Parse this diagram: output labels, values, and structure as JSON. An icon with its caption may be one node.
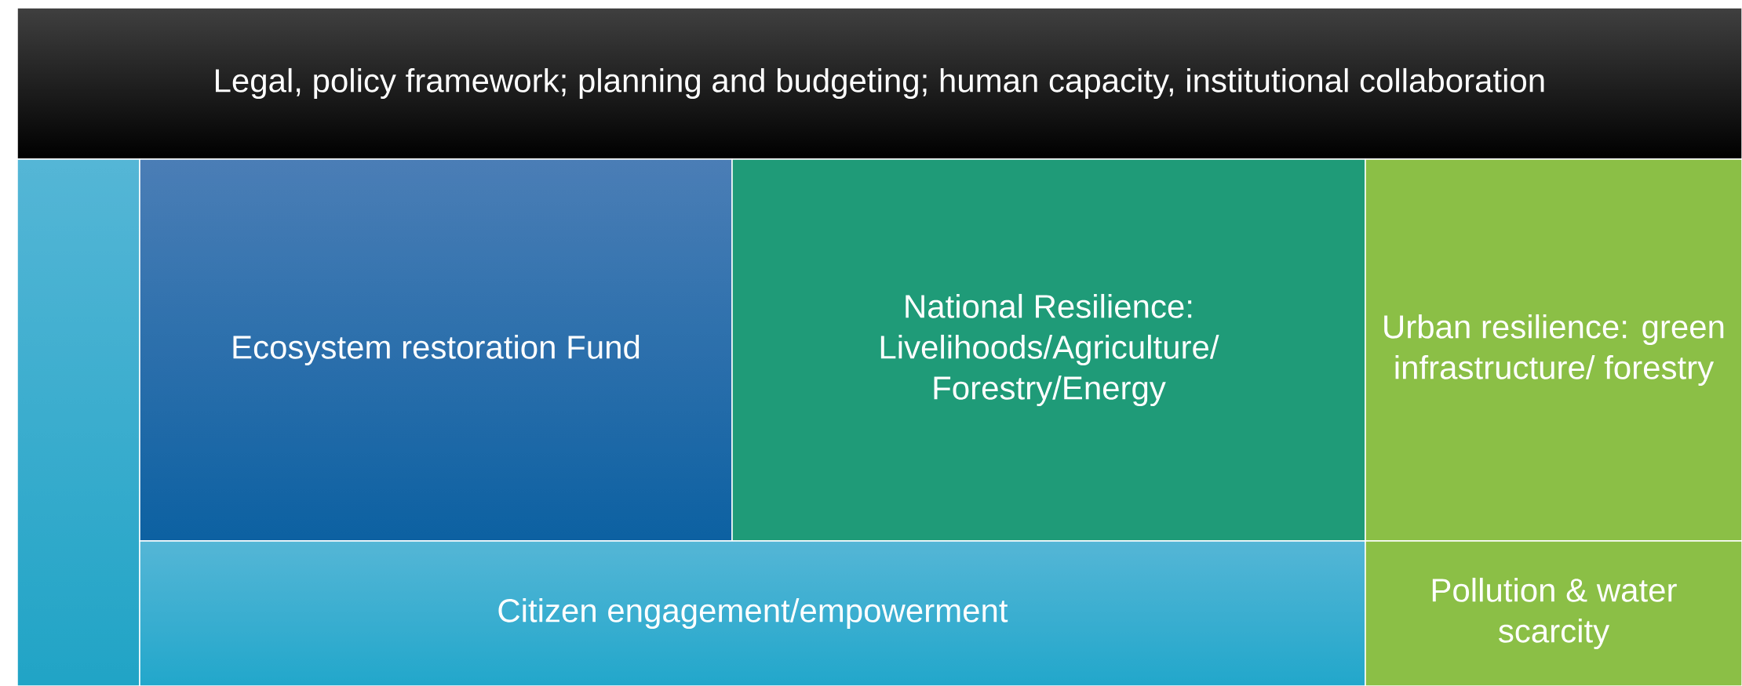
{
  "diagram": {
    "nodes": [
      {
        "text": [
          "Legal, policy framework; planning and budgeting; human capacity, institutional collaboration"
        ]
      },
      {
        "text": [],
        "shape": "bar"
      },
      {
        "text": [
          "Ecosystem restoration Fund"
        ]
      },
      {
        "text": [
          "National Resilience: Livelihoods/Agriculture/ Forestry/Energy"
        ]
      },
      {
        "text": [
          "Urban resilience: green infrastructure/ forestry"
        ]
      },
      {
        "text": [
          "Citizen engagement/empowerment"
        ]
      },
      {
        "text": [
          "Pollution & water scarcity"
        ]
      }
    ]
  }
}
